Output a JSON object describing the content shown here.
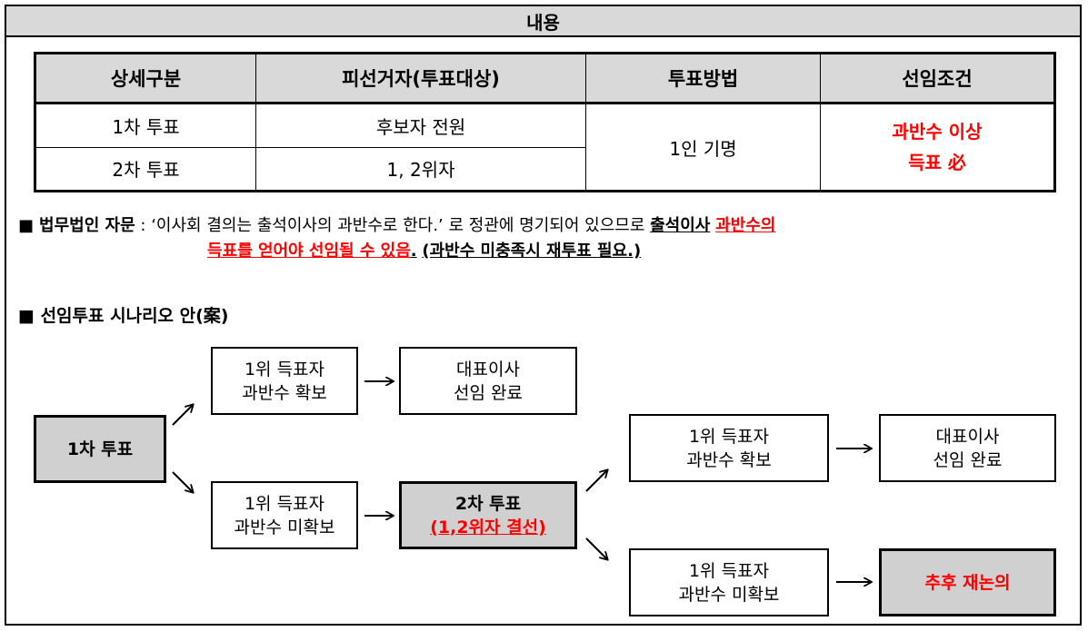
{
  "header": {
    "title": "내용"
  },
  "table": {
    "headers": [
      "상세구분",
      "피선거자(투표대상)",
      "투표방법",
      "선임조건"
    ],
    "rows": [
      {
        "category": "1차 투표",
        "candidates": "후보자 전원"
      },
      {
        "category": "2차 투표",
        "candidates": "1, 2위자"
      }
    ],
    "method": "1인 기명",
    "condition_line1": "과반수 이상",
    "condition_line2": "득표 必"
  },
  "legal_advice": {
    "label": "법무법인 자문",
    "colon": ":",
    "text": "‘이사회 결의는 출석이사의 과반수로 한다.’ 로 정관에 명기되어 있으므로",
    "emph_black": "출석이사",
    "emph_red_1": "과반수의",
    "emph_red_2": "득표를 얻어야 선임될 수 있음",
    "period": ".",
    "note": "(과반수 미충족시 재투표 필요.)"
  },
  "scenario": {
    "title": "선임투표 시나리오 안(案)",
    "first_vote": "1차 투표",
    "a_majority_l1": "1위 득표자",
    "a_majority_l2": "과반수 확보",
    "a_done_l1": "대표이사",
    "a_done_l2": "선임 완료",
    "a_fail_l1": "1위 득표자",
    "a_fail_l2": "과반수 미확보",
    "second_vote": "2차 투표",
    "second_vote_sub": "(1,2위자 결선)",
    "b_majority_l1": "1위 득표자",
    "b_majority_l2": "과반수 확보",
    "b_done_l1": "대표이사",
    "b_done_l2": "선임 완료",
    "b_fail_l1": "1위 득표자",
    "b_fail_l2": "과반수 미확보",
    "later": "추후 재논의"
  },
  "colors": {
    "accent_red": "#ff0000",
    "header_grey": "#d9d9d9",
    "box_grey": "#d0d0d0"
  }
}
